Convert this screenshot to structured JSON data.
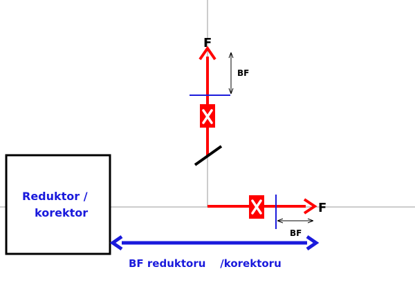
{
  "box": {
    "line1": "Reduktor  /",
    "line2": "korektor"
  },
  "labels": {
    "focus_top": "F",
    "focus_right": "F",
    "bf_top": "BF",
    "bf_right": "BF",
    "bf_system": "BF reduktoru    /korektoru"
  },
  "colors": {
    "beam": "#ff0000",
    "accent": "#1a1adc",
    "line": "#999999",
    "outline": "#000000"
  }
}
